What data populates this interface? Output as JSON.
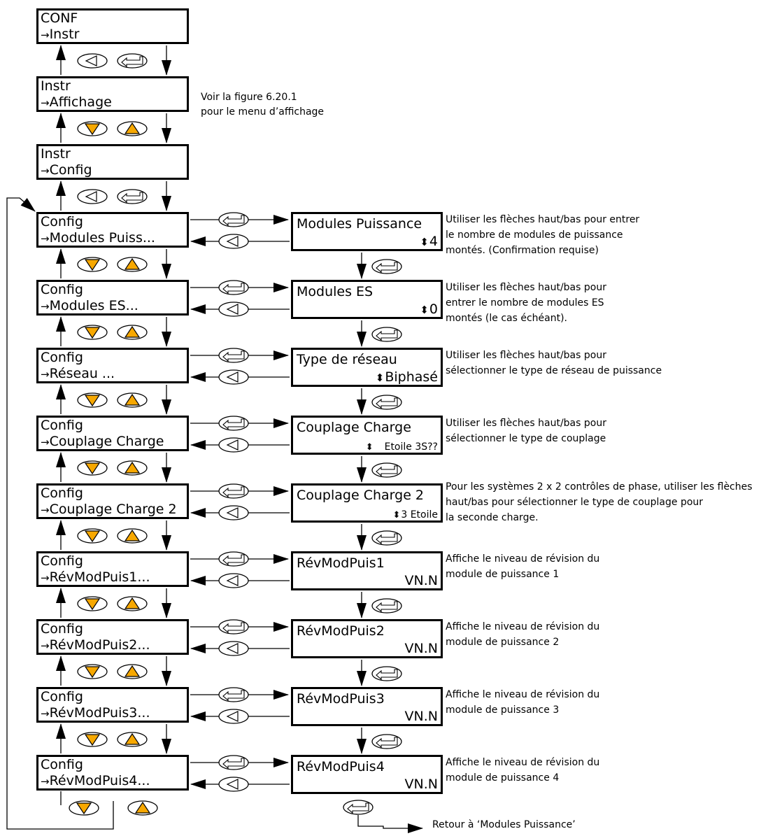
{
  "left_boxes": [
    {
      "line1": "CONF",
      "line2": "Instr"
    },
    {
      "line1": "Instr",
      "line2": "Affichage"
    },
    {
      "line1": "Instr",
      "line2": "Config"
    },
    {
      "line1": "Config",
      "line2": "Modules Puiss..."
    },
    {
      "line1": "Config",
      "line2": "Modules ES..."
    },
    {
      "line1": "Config",
      "line2": "Réseau ..."
    },
    {
      "line1": "Config",
      "line2": "Couplage Charge"
    },
    {
      "line1": "Config",
      "line2": "Couplage Charge 2"
    },
    {
      "line1": "Config",
      "line2": "RévModPuis1..."
    },
    {
      "line1": "Config",
      "line2": "RévModPuis2..."
    },
    {
      "line1": "Config",
      "line2": "RévModPuis3..."
    },
    {
      "line1": "Config",
      "line2": "RévModPuis4..."
    }
  ],
  "top_note": [
    "Voir la figure 6.20.1",
    "pour le menu d’affichage"
  ],
  "right_boxes": [
    {
      "title": "Modules Puissance",
      "value": "4",
      "arrows": true,
      "note": [
        "Utiliser les flèches haut/bas pour entrer",
        "le nombre de modules de puissance",
        "montés. (Confirmation requise)"
      ]
    },
    {
      "title": "Modules ES",
      "value": "0",
      "arrows": true,
      "note": [
        "Utiliser les flèches haut/bas pour",
        "entrer le nombre de modules ES",
        "montés (le cas échéant)."
      ]
    },
    {
      "title": "Type de réseau",
      "value": "Biphasé",
      "arrows": true,
      "note": [
        "Utiliser les flèches haut/bas pour",
        "sélectionner le type de réseau de puissance"
      ]
    },
    {
      "title": "Couplage Charge",
      "value": "Etoile 3S??",
      "arrows": true,
      "note": [
        "Utiliser les flèches haut/bas pour",
        "sélectionner le type de couplage"
      ]
    },
    {
      "title": "Couplage Charge 2",
      "value": "3 Etoile",
      "arrows": true,
      "note": [
        "Pour les systèmes 2 x 2 contrôles de phase, utiliser les flèches",
        "haut/bas pour sélectionner le type de couplage pour",
        "la seconde charge."
      ]
    },
    {
      "title": "RévModPuis1",
      "value": "VN.N",
      "arrows": false,
      "note": [
        "Affiche le niveau de révision du",
        "module de puissance 1"
      ]
    },
    {
      "title": "RévModPuis2",
      "value": "VN.N",
      "arrows": false,
      "note": [
        "Affiche le niveau de révision du",
        "module de puissance 2"
      ]
    },
    {
      "title": "RévModPuis3",
      "value": "VN.N",
      "arrows": false,
      "note": [
        "Affiche le niveau de révision du",
        "module de puissance 3"
      ]
    },
    {
      "title": "RévModPuis4",
      "value": "VN.N",
      "arrows": false,
      "note": [
        "Affiche le niveau de révision du",
        "module de puissance 4"
      ]
    }
  ],
  "return_label": "Retour à ‘Modules Puissance’",
  "colors": {
    "button_fill": "#f7a800",
    "line": "#000000",
    "box_fill": "#ffffff"
  }
}
